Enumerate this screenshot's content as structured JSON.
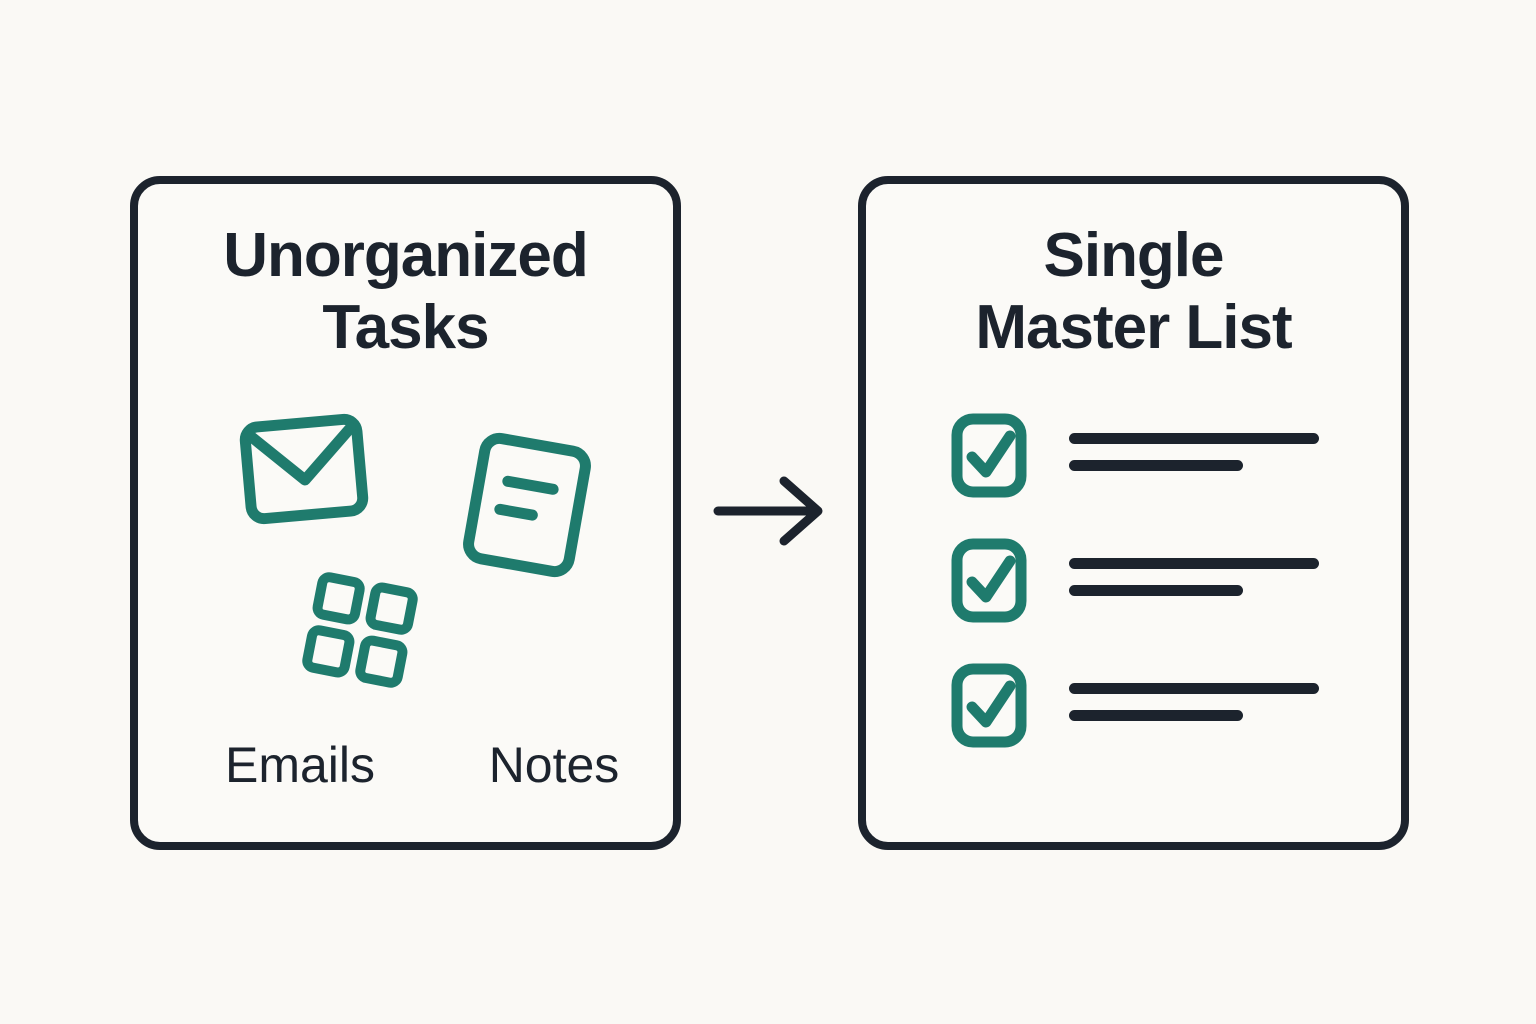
{
  "colors": {
    "bg": "#faf9f5",
    "panel-bg": "#fbfaf7",
    "ink": "#1c232d",
    "teal": "#1f7b6d"
  },
  "left_panel": {
    "title_line1": "Unorganized",
    "title_line2": "Tasks",
    "icons": [
      "envelope-icon",
      "note-icon",
      "grid-icon"
    ],
    "label_emails": "Emails",
    "label_notes": "Notes"
  },
  "connector": {
    "icon": "right-arrow-icon",
    "direction": "left-to-right"
  },
  "right_panel": {
    "title_line1": "Single",
    "title_line2": "Master List",
    "items": [
      {
        "checked": true,
        "lines": [
          "long",
          "short"
        ]
      },
      {
        "checked": true,
        "lines": [
          "long",
          "short"
        ]
      },
      {
        "checked": true,
        "lines": [
          "long",
          "short"
        ]
      }
    ]
  }
}
